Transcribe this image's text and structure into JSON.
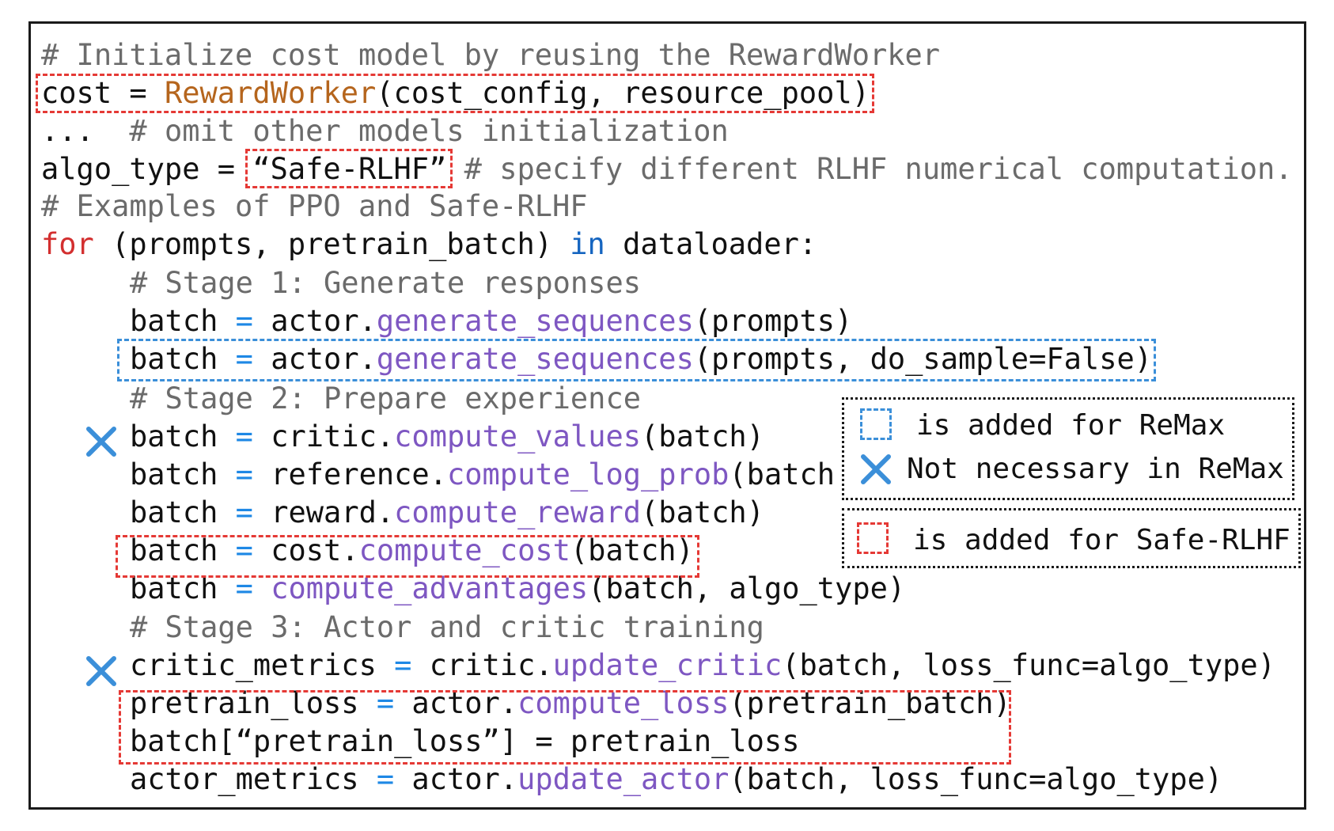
{
  "code_lines": [
    {
      "indent": false,
      "tokens": [
        {
          "t": "# Initialize cost model by reusing the RewardWorker",
          "c": "comment"
        }
      ]
    },
    {
      "indent": false,
      "tokens": [
        {
          "t": "cost ",
          "c": "plain"
        },
        {
          "t": "=",
          "c": "plain"
        },
        {
          "t": " ",
          "c": "plain"
        },
        {
          "t": "RewardWorker",
          "c": "class"
        },
        {
          "t": "(cost_config, resource_pool)",
          "c": "plain"
        }
      ]
    },
    {
      "indent": false,
      "tokens": [
        {
          "t": "...  ",
          "c": "plain"
        },
        {
          "t": "# omit other models initialization",
          "c": "comment"
        }
      ]
    },
    {
      "indent": false,
      "tokens": [
        {
          "t": "algo_type = ",
          "c": "plain"
        },
        {
          "t": "“Safe-RLHF”",
          "c": "plain"
        },
        {
          "t": " ",
          "c": "plain"
        },
        {
          "t": "# specify different RLHF numerical computation.",
          "c": "comment"
        }
      ]
    },
    {
      "indent": false,
      "tokens": [
        {
          "t": "# Examples of PPO and Safe-RLHF",
          "c": "comment"
        }
      ]
    },
    {
      "indent": false,
      "tokens": [
        {
          "t": "for",
          "c": "kwred"
        },
        {
          "t": " (prompts, pretrain_batch) ",
          "c": "plain"
        },
        {
          "t": "in",
          "c": "kwblue"
        },
        {
          "t": " dataloader:",
          "c": "plain"
        }
      ]
    },
    {
      "indent": true,
      "tokens": [
        {
          "t": "# Stage 1: Generate responses",
          "c": "comment"
        }
      ]
    },
    {
      "indent": true,
      "tokens": [
        {
          "t": "batch ",
          "c": "plain"
        },
        {
          "t": "=",
          "c": "op"
        },
        {
          "t": " actor.",
          "c": "plain"
        },
        {
          "t": "generate_sequences",
          "c": "method"
        },
        {
          "t": "(prompts)",
          "c": "plain"
        }
      ]
    },
    {
      "indent": true,
      "tokens": [
        {
          "t": "batch ",
          "c": "plain"
        },
        {
          "t": "=",
          "c": "op"
        },
        {
          "t": " actor.",
          "c": "plain"
        },
        {
          "t": "generate_sequences",
          "c": "method"
        },
        {
          "t": "(prompts, do_sample=False)",
          "c": "plain"
        }
      ]
    },
    {
      "indent": true,
      "tokens": [
        {
          "t": "# Stage 2: Prepare experience",
          "c": "comment"
        }
      ]
    },
    {
      "indent": true,
      "tokens": [
        {
          "t": "batch ",
          "c": "plain"
        },
        {
          "t": "=",
          "c": "op"
        },
        {
          "t": " critic.",
          "c": "plain"
        },
        {
          "t": "compute_values",
          "c": "method"
        },
        {
          "t": "(batch)",
          "c": "plain"
        }
      ]
    },
    {
      "indent": true,
      "tokens": [
        {
          "t": "batch ",
          "c": "plain"
        },
        {
          "t": "=",
          "c": "op"
        },
        {
          "t": " reference.",
          "c": "plain"
        },
        {
          "t": "compute_log_prob",
          "c": "method"
        },
        {
          "t": "(batch",
          "c": "plain"
        }
      ]
    },
    {
      "indent": true,
      "tokens": [
        {
          "t": "batch ",
          "c": "plain"
        },
        {
          "t": "=",
          "c": "op"
        },
        {
          "t": " reward.",
          "c": "plain"
        },
        {
          "t": "compute_reward",
          "c": "method"
        },
        {
          "t": "(batch)",
          "c": "plain"
        }
      ]
    },
    {
      "indent": true,
      "tokens": [
        {
          "t": "batch ",
          "c": "plain"
        },
        {
          "t": "=",
          "c": "op"
        },
        {
          "t": " cost.",
          "c": "plain"
        },
        {
          "t": "compute_cost",
          "c": "method"
        },
        {
          "t": "(batch)",
          "c": "plain"
        }
      ]
    },
    {
      "indent": true,
      "tokens": [
        {
          "t": "batch ",
          "c": "plain"
        },
        {
          "t": "=",
          "c": "op"
        },
        {
          "t": " ",
          "c": "plain"
        },
        {
          "t": "compute_advantages",
          "c": "method"
        },
        {
          "t": "(batch, algo_type)",
          "c": "plain"
        }
      ]
    },
    {
      "indent": true,
      "tokens": [
        {
          "t": "# Stage 3: Actor and critic training",
          "c": "comment"
        }
      ]
    },
    {
      "indent": true,
      "tokens": [
        {
          "t": "critic_metrics ",
          "c": "plain"
        },
        {
          "t": "=",
          "c": "op"
        },
        {
          "t": " critic.",
          "c": "plain"
        },
        {
          "t": "update_critic",
          "c": "method"
        },
        {
          "t": "(batch, loss_func=algo_type)",
          "c": "plain"
        }
      ]
    },
    {
      "indent": true,
      "tokens": [
        {
          "t": "pretrain_loss ",
          "c": "plain"
        },
        {
          "t": "=",
          "c": "op"
        },
        {
          "t": " actor.",
          "c": "plain"
        },
        {
          "t": "compute_loss",
          "c": "method"
        },
        {
          "t": "(pretrain_batch)",
          "c": "plain"
        }
      ]
    },
    {
      "indent": true,
      "tokens": [
        {
          "t": "batch[“pretrain_loss”] = pretrain_loss",
          "c": "plain"
        }
      ]
    },
    {
      "indent": true,
      "tokens": [
        {
          "t": "actor_metrics ",
          "c": "plain"
        },
        {
          "t": "=",
          "c": "op"
        },
        {
          "t": " actor.",
          "c": "plain"
        },
        {
          "t": "update_actor",
          "c": "method"
        },
        {
          "t": "(batch, loss_func=algo_type)",
          "c": "plain"
        }
      ]
    }
  ],
  "legend": {
    "remax_added": "is added for ReMax",
    "remax_not_necessary": "Not necessary in ReMax",
    "safe_rlhf_added": "is added for Safe-RLHF"
  },
  "colors": {
    "comment": "#6b6b6b",
    "class": "#b5651d",
    "keyword_red": "#d32f2f",
    "keyword_blue": "#1565c0",
    "method": "#7e57c2",
    "operator": "#1e88e5",
    "red_box": "#e53935",
    "blue_box": "#3b8fd9"
  }
}
